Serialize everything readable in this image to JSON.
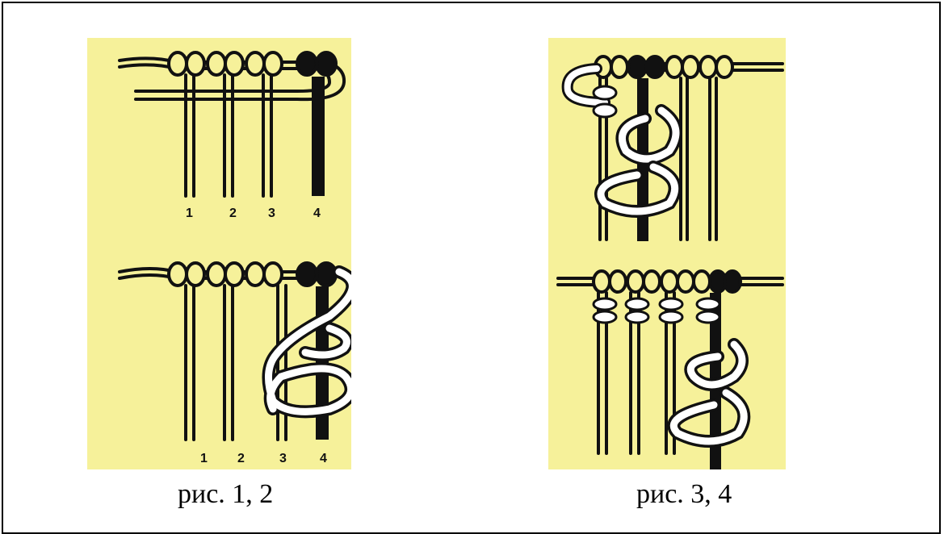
{
  "colors": {
    "paper": "#f6f19a",
    "ink": "#111111",
    "frame": "#000000"
  },
  "figure_left": {
    "caption": "рис. 1, 2",
    "diagram_top": {
      "cord_numbers": [
        "1",
        "2",
        "3",
        "4"
      ]
    },
    "diagram_bottom": {
      "cord_numbers": [
        "1",
        "2",
        "3",
        "4"
      ]
    }
  },
  "figure_right": {
    "caption": "рис. 3, 4"
  }
}
